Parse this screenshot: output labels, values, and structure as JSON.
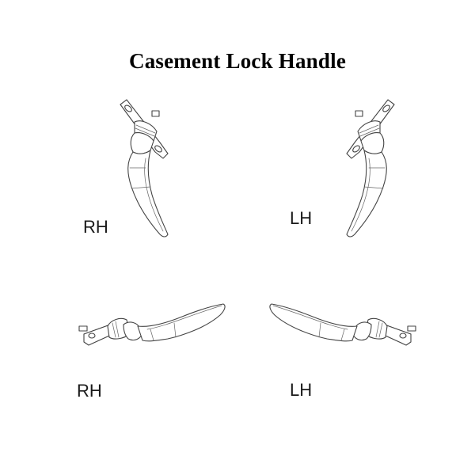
{
  "title": "Casement Lock Handle",
  "figures": [
    {
      "id": "top-right-hand",
      "label": "RH",
      "orientation": "vertical",
      "position": "top-left"
    },
    {
      "id": "top-left-hand",
      "label": "LH",
      "orientation": "vertical",
      "position": "top-right"
    },
    {
      "id": "bottom-right-hand",
      "label": "RH",
      "orientation": "horizontal",
      "position": "bottom-left"
    },
    {
      "id": "bottom-left-hand",
      "label": "LH",
      "orientation": "horizontal",
      "position": "bottom-right"
    }
  ],
  "colors": {
    "background": "#ffffff",
    "text": "#000000",
    "line": "#444444"
  }
}
